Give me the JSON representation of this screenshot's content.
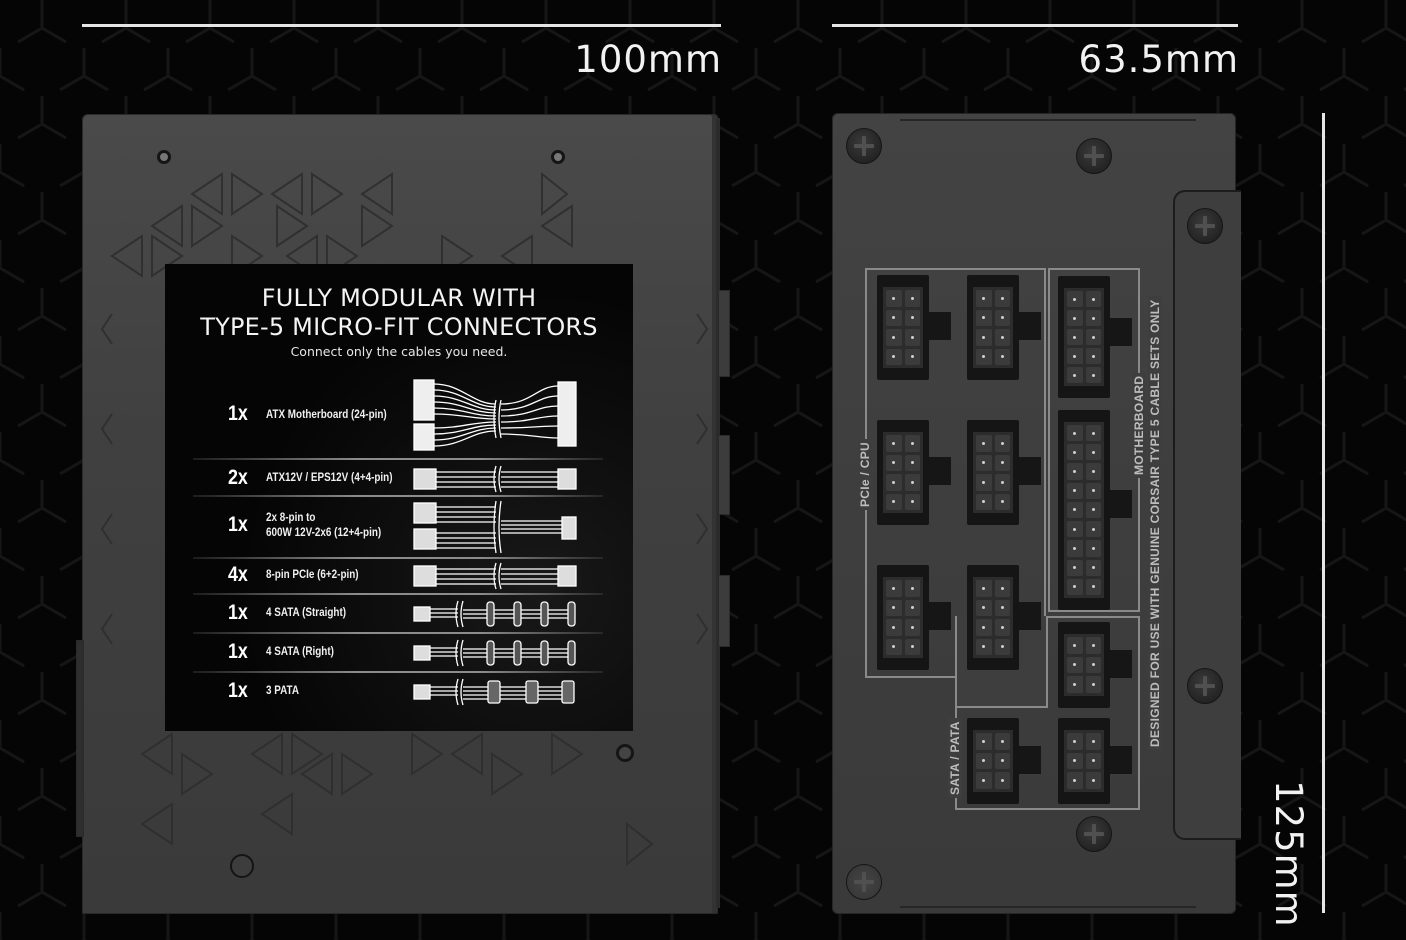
{
  "dimensions": {
    "width_label": "100mm",
    "depth_label": "63.5mm",
    "height_label": "125mm"
  },
  "info_card": {
    "title_line1": "FULLY MODULAR WITH",
    "title_line2": "TYPE-5 MICRO-FIT CONNECTORS",
    "subtitle": "Connect only the cables you need.",
    "cables": [
      {
        "qty": "1x",
        "label": "ATX Motherboard (24-pin)",
        "label2": "",
        "icon": "atx-24pin-cable-icon"
      },
      {
        "qty": "2x",
        "label": "ATX12V / EPS12V (4+4-pin)",
        "label2": "",
        "icon": "eps-cable-icon"
      },
      {
        "qty": "1x",
        "label": "2x 8-pin to",
        "label2": "600W 12V-2x6 (12+4-pin)",
        "icon": "12v-2x6-cable-icon"
      },
      {
        "qty": "4x",
        "label": "8-pin PCIe (6+2-pin)",
        "label2": "",
        "icon": "pcie-cable-icon"
      },
      {
        "qty": "1x",
        "label": "4 SATA (Straight)",
        "label2": "",
        "icon": "sata-straight-cable-icon"
      },
      {
        "qty": "1x",
        "label": "4 SATA (Right)",
        "label2": "",
        "icon": "sata-right-cable-icon"
      },
      {
        "qty": "1x",
        "label": "3 PATA",
        "label2": "",
        "icon": "pata-cable-icon"
      }
    ]
  },
  "modular_panel": {
    "groups": {
      "pcie_cpu": "PCIe / CPU",
      "motherboard": "MOTHERBOARD",
      "sata_pata": "SATA / PATA"
    },
    "notice": "DESIGNED FOR USE WITH GENUINE CORSAIR TYPE 5 CABLE SETS ONLY"
  },
  "colors": {
    "background": "#050505",
    "chassis": "#404040",
    "label_text": "#bdbdbd",
    "dimension_line": "#e6e6e6"
  }
}
